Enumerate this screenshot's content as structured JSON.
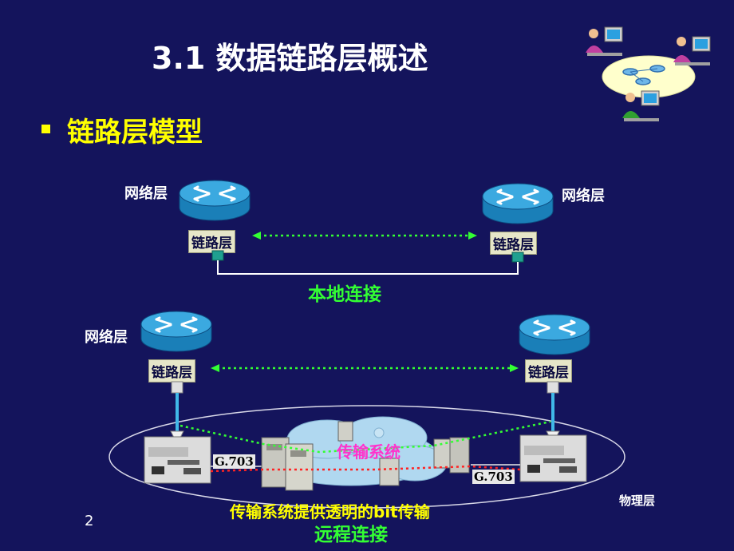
{
  "slide": {
    "title": "3.1 数据链路层概述",
    "bullet": "链路层模型",
    "page_number": "2"
  },
  "top_diagram": {
    "left_network_label": "网络层",
    "right_network_label": "网络层",
    "left_link_label": "链路层",
    "right_link_label": "链路层",
    "connection_label": "本地连接"
  },
  "bottom_diagram": {
    "left_network_label": "网络层",
    "left_link_label": "链路层",
    "right_link_label": "链路层",
    "transport_system_label": "传输系统",
    "left_interface_label": "G.703",
    "right_interface_label": "G.703",
    "physical_layer_label": "物理层",
    "transparent_label": "传输系统提供透明的bit传输",
    "connection_label": "远程连接"
  },
  "colors": {
    "background": "#14145c",
    "title": "#ffffff",
    "bullet": "#ffff00",
    "local_link": "#33ff33",
    "router": "#1e90c8",
    "transport": "#ff33cc",
    "bit_path": "#ff2222"
  },
  "icons": [
    "router-icon",
    "network-users-illustration",
    "modem-icon",
    "transmission-equipment-icon",
    "cloud-icon"
  ]
}
